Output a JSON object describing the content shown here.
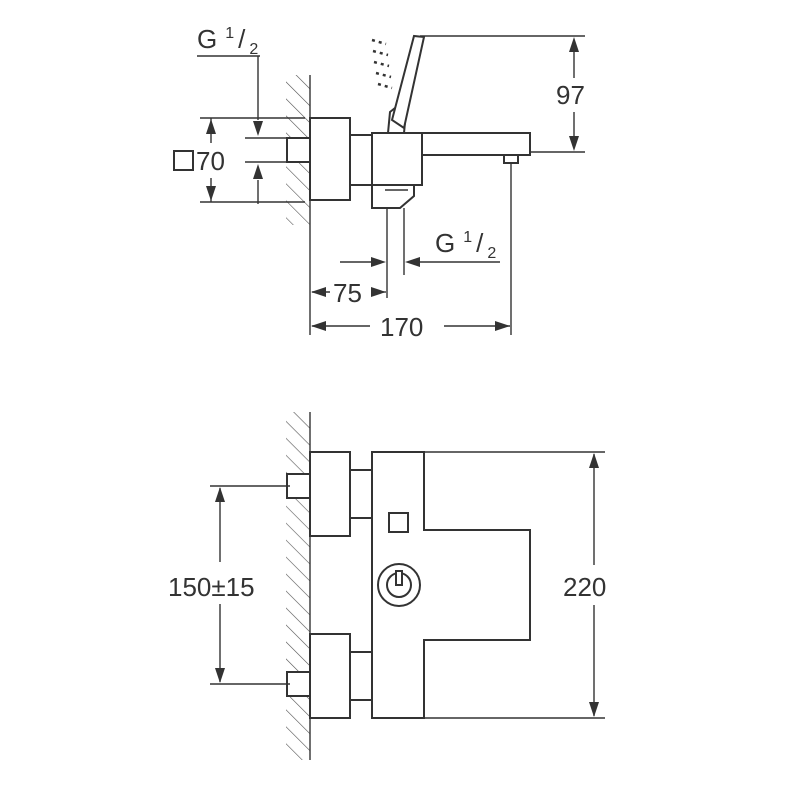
{
  "top_view": {
    "thread_left": {
      "base": "G",
      "sup": "1",
      "sub": "2"
    },
    "square_label": "70",
    "height_label": "97",
    "thread_bottom": {
      "base": "G",
      "sup": "1",
      "sub": "2"
    },
    "offset_label": "75",
    "depth_label": "170"
  },
  "front_view": {
    "spacing_label": "150±15",
    "height_label": "220"
  },
  "colors": {
    "line": "#333333",
    "hatch": "#555555",
    "background": "#ffffff"
  }
}
